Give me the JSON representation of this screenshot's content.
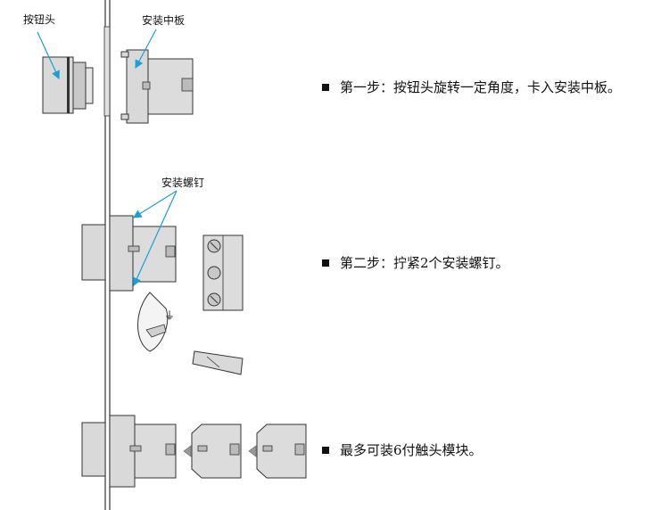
{
  "labels": {
    "button_head": "按钮头",
    "mounting_plate": "安装中板",
    "mounting_screws": "安装螺钉"
  },
  "steps": [
    "第一步：按钮头旋转一定角度，卡入安装中板。",
    "第二步：拧紧2个安装螺钉。",
    "最多可装6付触头模块。"
  ],
  "colors": {
    "part_fill": "#d9d9d9",
    "outline": "#333333",
    "arrow": "#1aa0d8"
  },
  "icons": {
    "bullet": "black-square-bullet",
    "tool": "screwdriver-icon",
    "ground": "ground-symbol-icon"
  }
}
